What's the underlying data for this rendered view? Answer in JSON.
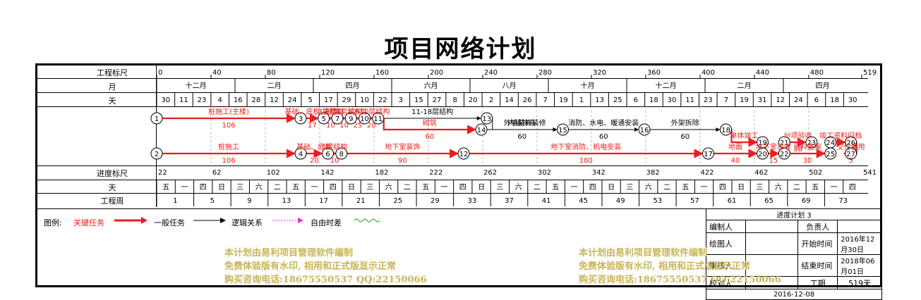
{
  "title": "项目网络计划",
  "row_labels": {
    "scale": "工程标尺",
    "month": "月",
    "day": "天",
    "progress_scale": "进度标尺",
    "day2": "天",
    "week": "工程周"
  },
  "scale_ticks": [
    "0",
    "40",
    "80",
    "120",
    "160",
    "200",
    "240",
    "280",
    "320",
    "360",
    "400",
    "440",
    "480",
    "519"
  ],
  "months": [
    "十二月",
    "二月",
    "四月",
    "六月",
    "八月",
    "十月",
    "十二月",
    "二月",
    "四月"
  ],
  "days": [
    "30",
    "11",
    "23",
    "4",
    "16",
    "28",
    "12",
    "24",
    "5",
    "17",
    "29",
    "10",
    "22",
    "3",
    "15",
    "27",
    "8",
    "20",
    "2",
    "14",
    "26",
    "7",
    "19",
    "1",
    "13",
    "25",
    "6",
    "18",
    "30",
    "11",
    "23",
    "7",
    "19",
    "31",
    "12",
    "24",
    "6",
    "18",
    "30"
  ],
  "progress_ticks": [
    "22",
    "62",
    "102",
    "142",
    "182",
    "222",
    "262",
    "302",
    "342",
    "382",
    "422",
    "462",
    "502",
    "541"
  ],
  "weekdays": [
    "五",
    "一",
    "四",
    "日",
    "三",
    "六",
    "二",
    "五",
    "一",
    "四",
    "日",
    "三",
    "六",
    "二",
    "五",
    "一",
    "四",
    "日",
    "三",
    "六",
    "二",
    "五",
    "一",
    "四",
    "日",
    "三",
    "六",
    "二",
    "五",
    "一",
    "四",
    "日",
    "三",
    "六",
    "二",
    "五",
    "一",
    "四"
  ],
  "weeks": [
    "1",
    "5",
    "9",
    "13",
    "17",
    "21",
    "25",
    "29",
    "33",
    "37",
    "41",
    "45",
    "49",
    "53",
    "57",
    "61",
    "65",
    "69",
    "73"
  ],
  "chart_data": {
    "type": "network",
    "x_unit": "工程标尺(天)",
    "xlim": [
      0,
      519
    ],
    "nodes": [
      {
        "id": "1",
        "x": 0,
        "lane": "top"
      },
      {
        "id": "2",
        "x": 0,
        "lane": "bottom"
      },
      {
        "id": "3",
        "x": 106,
        "lane": "top"
      },
      {
        "id": "4",
        "x": 106,
        "lane": "bottom"
      },
      {
        "id": "5",
        "x": 123,
        "lane": "top"
      },
      {
        "id": "6",
        "x": 126,
        "lane": "bottom"
      },
      {
        "id": "7",
        "x": 133,
        "lane": "top"
      },
      {
        "id": "8",
        "x": 136,
        "lane": "bottom"
      },
      {
        "id": "9",
        "x": 143,
        "lane": "top"
      },
      {
        "id": "10",
        "x": 153,
        "lane": "top"
      },
      {
        "id": "11",
        "x": 163,
        "lane": "top"
      },
      {
        "id": "12",
        "x": 226,
        "lane": "bottom"
      },
      {
        "id": "13",
        "x": 243,
        "lane": "top"
      },
      {
        "id": "14",
        "x": 239,
        "lane": "mid"
      },
      {
        "id": "15",
        "x": 299,
        "lane": "mid"
      },
      {
        "id": "16",
        "x": 359,
        "lane": "mid"
      },
      {
        "id": "17",
        "x": 406,
        "lane": "bottom"
      },
      {
        "id": "18",
        "x": 419,
        "lane": "mid"
      },
      {
        "id": "19",
        "x": 446,
        "lane": "mid2"
      },
      {
        "id": "20",
        "x": 446,
        "lane": "bottom"
      },
      {
        "id": "21",
        "x": 462,
        "lane": "mid2"
      },
      {
        "id": "22",
        "x": 462,
        "lane": "bottom"
      },
      {
        "id": "23",
        "x": 482,
        "lane": "mid2"
      },
      {
        "id": "24",
        "x": 496,
        "lane": "mid2"
      },
      {
        "id": "25",
        "x": 496,
        "lane": "bottom"
      },
      {
        "id": "26",
        "x": 511,
        "lane": "mid2"
      },
      {
        "id": "27",
        "x": 511,
        "lane": "bottom"
      }
    ],
    "tasks": [
      {
        "from": "1",
        "to": "3",
        "name": "桩施工(主楼)",
        "duration": "106",
        "critical": true
      },
      {
        "from": "2",
        "to": "4",
        "name": "桩施工",
        "duration": "106",
        "critical": true
      },
      {
        "from": "3",
        "to": "5",
        "name": "基础、底板(主楼)",
        "duration": "17",
        "critical": true
      },
      {
        "from": "4",
        "to": "6",
        "name": "基础、底板",
        "duration": "20",
        "critical": true
      },
      {
        "from": "5",
        "to": "7",
        "name": "2层结构",
        "duration": "10",
        "critical": true
      },
      {
        "from": "6",
        "to": "8",
        "name": "1层结构",
        "duration": "10",
        "critical": true
      },
      {
        "from": "7",
        "to": "9",
        "name": "标准层结构",
        "duration": "10",
        "critical": true
      },
      {
        "from": "9",
        "to": "10",
        "name": "5-6层",
        "duration": "25",
        "critical": true
      },
      {
        "from": "10",
        "to": "11",
        "name": "7-10层结构",
        "duration": "20",
        "critical": true
      },
      {
        "from": "8",
        "to": "12",
        "name": "地下室装饰",
        "duration": "90",
        "critical": true
      },
      {
        "from": "11",
        "to": "13",
        "name": "11-18层结构",
        "duration": "",
        "critical": false
      },
      {
        "from": "11",
        "to": "14",
        "name": "砌筑",
        "duration": "60",
        "critical": true
      },
      {
        "from": "13",
        "to": "15",
        "name": "外墙装饰装修",
        "duration": "",
        "critical": false
      },
      {
        "from": "14",
        "to": "15",
        "name": "内墙抹灰",
        "duration": "60",
        "critical": false
      },
      {
        "from": "15",
        "to": "16",
        "name": "消防、水电、暖通安装",
        "duration": "60",
        "critical": false
      },
      {
        "from": "16",
        "to": "18",
        "name": "外架拆除",
        "duration": "60",
        "critical": false
      },
      {
        "from": "12",
        "to": "17",
        "name": "地下室消防、机电安装",
        "duration": "180",
        "critical": true
      },
      {
        "from": "17",
        "to": "20",
        "name": "地面",
        "duration": "40",
        "critical": true
      },
      {
        "from": "18",
        "to": "19",
        "name": "单体竣工",
        "duration": "",
        "critical": true
      },
      {
        "from": "20",
        "to": "22",
        "name": "地下室验收",
        "duration": "15",
        "critical": true
      },
      {
        "from": "21",
        "to": "23",
        "name": "分项验收",
        "duration": "38",
        "critical": true
      },
      {
        "from": "22",
        "to": "25",
        "name": "资料备案",
        "duration": "30",
        "critical": true
      },
      {
        "from": "24",
        "to": "26",
        "name": "竣工资料归档",
        "duration": "",
        "critical": true
      },
      {
        "from": "26",
        "to": "27",
        "name": "交付使用",
        "duration": "5",
        "critical": true
      }
    ]
  },
  "legend": {
    "label": "图例:",
    "critical": "关键任务",
    "general": "一般任务",
    "logic": "逻辑关系",
    "free": "自由时差",
    "float": "波浪线"
  },
  "info": {
    "plan_name": "进度计划 3",
    "editor_label": "编制人",
    "owner_label": "负责人",
    "drawer_label": "绘图人",
    "start_label": "开始时间",
    "start_value": "2016年12月30日",
    "reviewer_label": "审核人",
    "end_label": "结束时间",
    "end_value": "2018年06月01日",
    "checker_label": "校对人",
    "duration_label": "工期",
    "duration_value": "519天",
    "date": "2016-12-08"
  },
  "watermark": {
    "line1": "本计划由易利项目管理软件编制",
    "line2": "免费体验版有水印, 相用和正式版显示正常",
    "line3": "购买咨询电话:18675550537 QQ:22150066"
  },
  "colors": {
    "critical": "#ee1c1c",
    "general": "#000000",
    "logic": "#000000",
    "free": "#e02fe0",
    "float": "#22aa22",
    "watermark": "#c8b45a"
  }
}
